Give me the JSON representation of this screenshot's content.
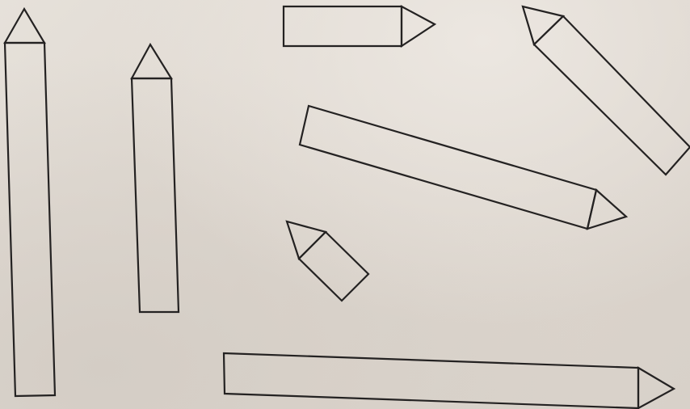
{
  "scene": {
    "description_free": true,
    "background_color": "#e2dcd5",
    "ink_color": "#242222",
    "pencil_count": 7,
    "pencils": [
      {
        "name": "tall-left",
        "orientation": "vertical-up"
      },
      {
        "name": "medium-left",
        "orientation": "vertical-up"
      },
      {
        "name": "top-short",
        "orientation": "horizontal-right"
      },
      {
        "name": "top-right-diagonal",
        "orientation": "diagonal-up-left"
      },
      {
        "name": "center-long-diagonal",
        "orientation": "diagonal-down-right"
      },
      {
        "name": "small-stub",
        "orientation": "diagonal-up-left"
      },
      {
        "name": "bottom-long",
        "orientation": "horizontal-right"
      }
    ]
  }
}
